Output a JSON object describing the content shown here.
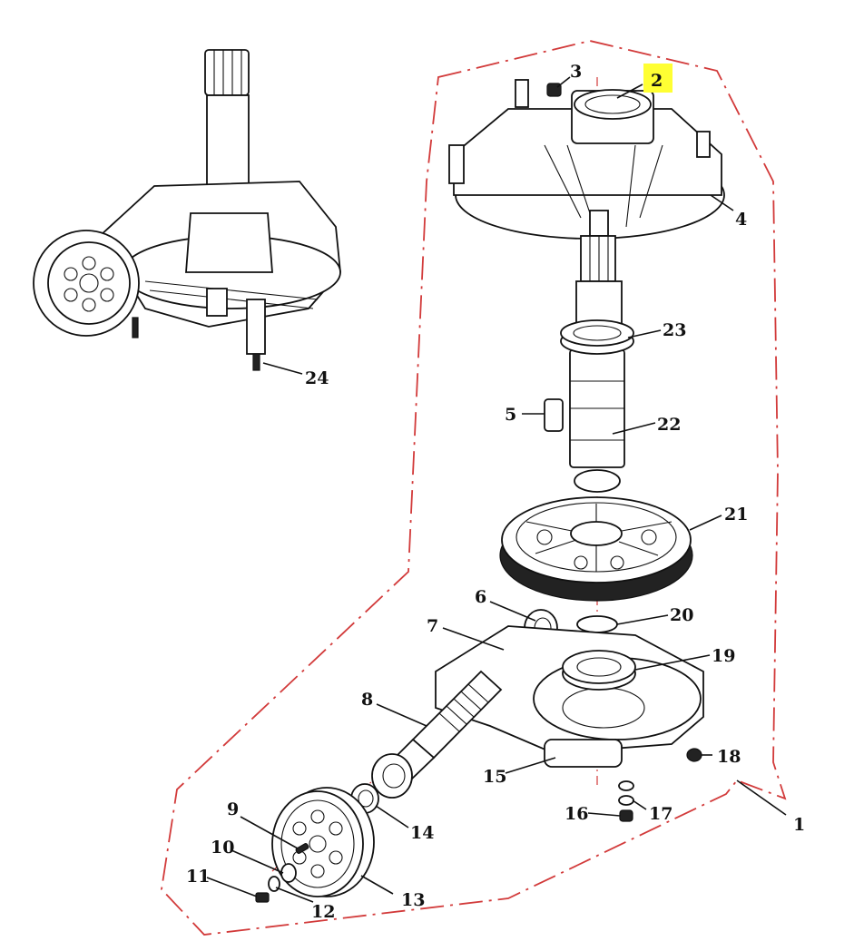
{
  "diagram": {
    "highlight_color": "#ffff33",
    "boundary_color": "#d23a3a",
    "labels": [
      "1",
      "2",
      "3",
      "4",
      "5",
      "6",
      "7",
      "8",
      "9",
      "10",
      "11",
      "12",
      "13",
      "14",
      "15",
      "16",
      "17",
      "18",
      "19",
      "20",
      "21",
      "22",
      "23",
      "24"
    ],
    "highlighted_label": "2"
  }
}
